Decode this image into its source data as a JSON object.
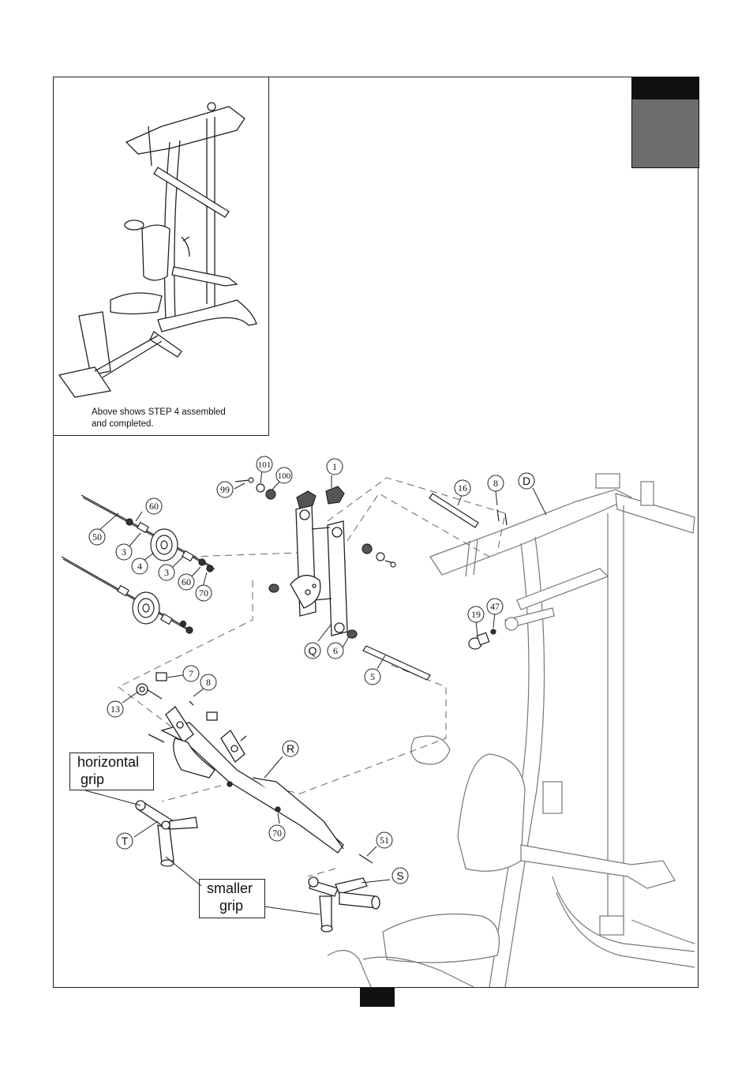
{
  "inset": {
    "caption_line1": "Above shows STEP 4 assembled",
    "caption_line2": "and completed."
  },
  "callouts": {
    "horizontal_grip_line1": "horizontal",
    "horizontal_grip_line2": "grip",
    "smaller_grip_line1": "smaller",
    "smaller_grip_line2": "grip"
  },
  "part_numbers": {
    "p101": "101",
    "p100": "100",
    "p1": "1",
    "p99": "99",
    "p16": "16",
    "p8a": "8",
    "p60a": "60",
    "p50": "50",
    "p3a": "3",
    "p4": "4",
    "p3b": "3",
    "p60b": "60",
    "p70a": "70",
    "p19": "19",
    "p47": "47",
    "p6": "6",
    "p5": "5",
    "p7": "7",
    "p8b": "8",
    "p13": "13",
    "p70b": "70",
    "p51": "51"
  },
  "part_letters": {
    "D": "D",
    "Q": "Q",
    "R": "R",
    "T": "T",
    "S": "S"
  }
}
